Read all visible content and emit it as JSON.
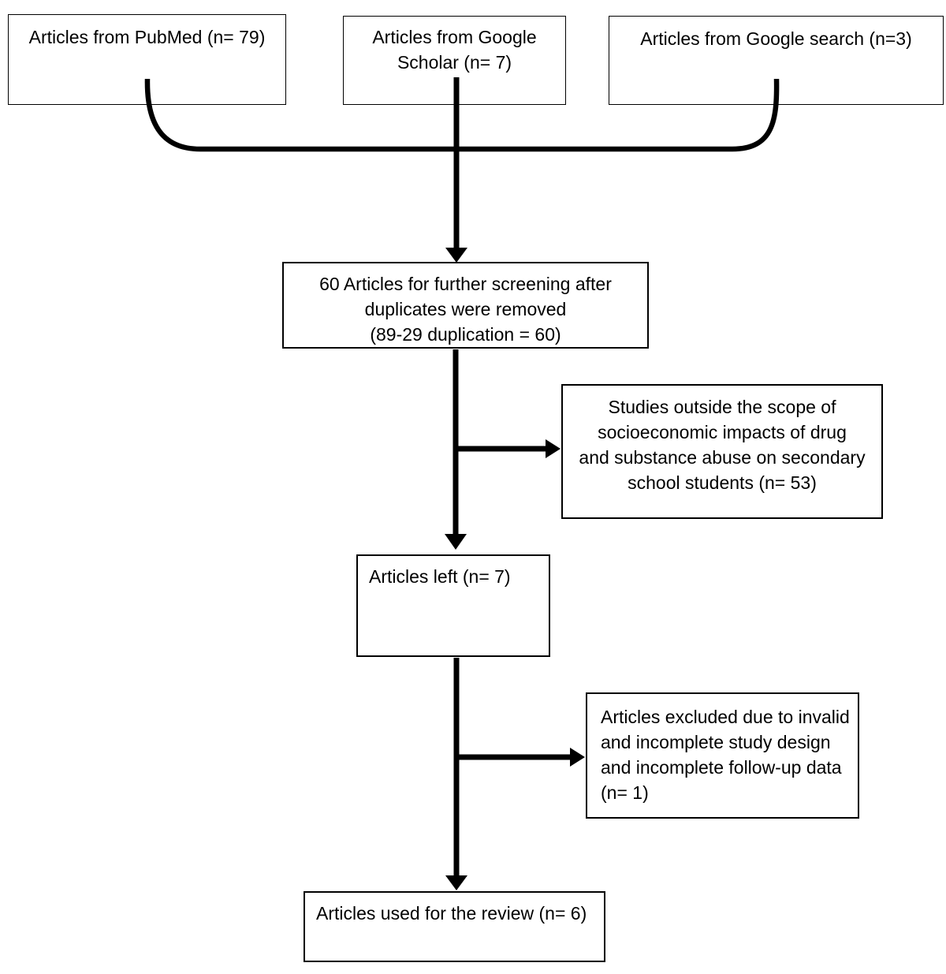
{
  "diagram": {
    "type": "flowchart",
    "background_color": "#ffffff",
    "line_color": "#000000",
    "box_border_color": "#000000",
    "boxes": {
      "pubmed": {
        "text": "Articles from PubMed (n= 79)"
      },
      "google_scholar": {
        "lines": [
          "Articles from Google",
          "Scholar (n= 7)"
        ]
      },
      "google_search": {
        "text": "Articles from Google search (n=3)"
      },
      "screening": {
        "lines": [
          "60 Articles for further screening after",
          "duplicates were removed",
          "(89-29 duplication = 60)"
        ]
      },
      "outside_scope": {
        "lines": [
          "Studies outside the scope of",
          "socioeconomic impacts of drug",
          "and substance abuse on secondary",
          "school students (n= 53)"
        ]
      },
      "articles_left": {
        "text": "Articles left (n= 7)"
      },
      "excluded": {
        "lines": [
          "Articles excluded due to invalid",
          "and incomplete study design",
          "and incomplete follow-up data",
          "(n= 1)"
        ]
      },
      "used_for_review": {
        "text": "Articles used for the review (n= 6)"
      }
    }
  }
}
